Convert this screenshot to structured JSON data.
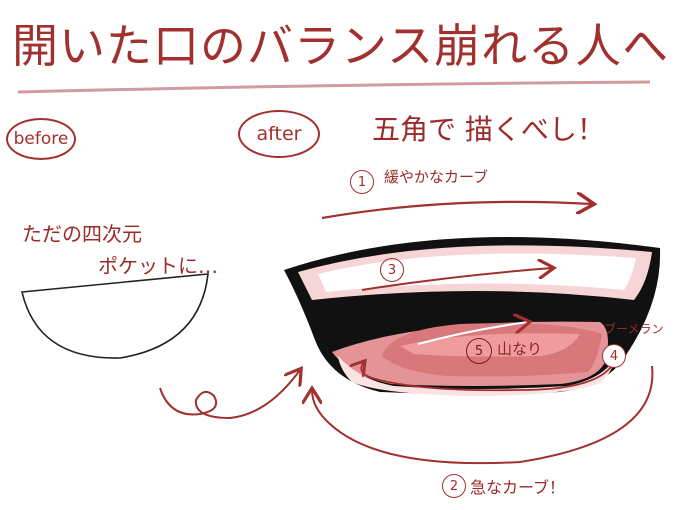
{
  "title": "開いた口のバランス崩れる人へ",
  "labels": {
    "before": "before",
    "after": "after"
  },
  "subtitle": "五角で 描くべし！",
  "notes": {
    "line1": "ただの四次元",
    "line2": "ポケットに…"
  },
  "annotations": {
    "one_num": "1",
    "one_text": "緩やかなカーブ",
    "three_num": "3",
    "five_num": "5",
    "five_text": "山なり",
    "four_num": "4",
    "four_text": "ブーメラン",
    "two_num": "2",
    "two_text": "急なカーブ！"
  },
  "colors": {
    "ink": "#a1302e",
    "mouth_outline": "#111111",
    "tongue": "#d9787a",
    "tongue_light": "#ee9c9c",
    "inner_pink": "#f6c7c9",
    "teeth": "#ffffff"
  }
}
